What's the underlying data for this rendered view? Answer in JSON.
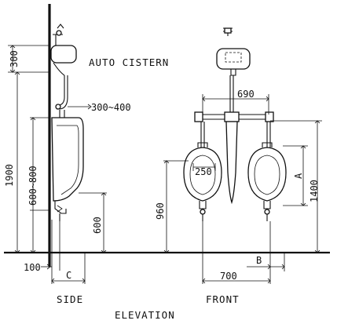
{
  "labels": {
    "auto_cistern": "AUTO CISTERN",
    "spacing_300_400": "300~400",
    "dim_300": "300",
    "dim_1900": "1900",
    "dim_600_800": "600~800",
    "dim_600": "600",
    "dim_100": "100",
    "dim_C": "C",
    "dim_690": "690",
    "dim_250": "250",
    "dim_960": "960",
    "dim_A": "A",
    "dim_1400": "1400",
    "dim_B": "B",
    "dim_700": "700",
    "view_side": "SIDE",
    "view_front": "FRONT",
    "elevation": "ELEVATION"
  }
}
